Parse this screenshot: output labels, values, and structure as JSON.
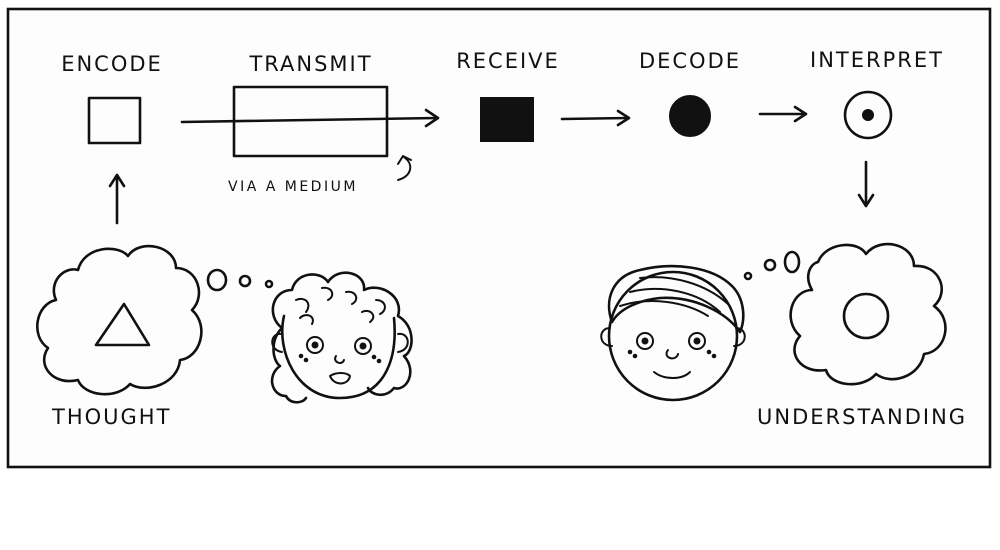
{
  "steps": [
    {
      "label": "ENCODE",
      "icon": "empty-square"
    },
    {
      "label": "TRANSMIT",
      "icon": "rectangle-channel"
    },
    {
      "label": "RECEIVE",
      "icon": "filled-square"
    },
    {
      "label": "DECODE",
      "icon": "filled-circle"
    },
    {
      "label": "INTERPRET",
      "icon": "target-circle"
    }
  ],
  "medium_note": "VIA A MEDIUM",
  "sender": {
    "thought_label": "THOUGHT",
    "thought_icon": "triangle",
    "person": "curly-haired-sender"
  },
  "receiver": {
    "thought_label": "UNDERSTANDING",
    "thought_icon": "ring",
    "person": "short-haired-receiver"
  },
  "colors": {
    "ink": "#111111",
    "paper": "#fdfdfd"
  }
}
